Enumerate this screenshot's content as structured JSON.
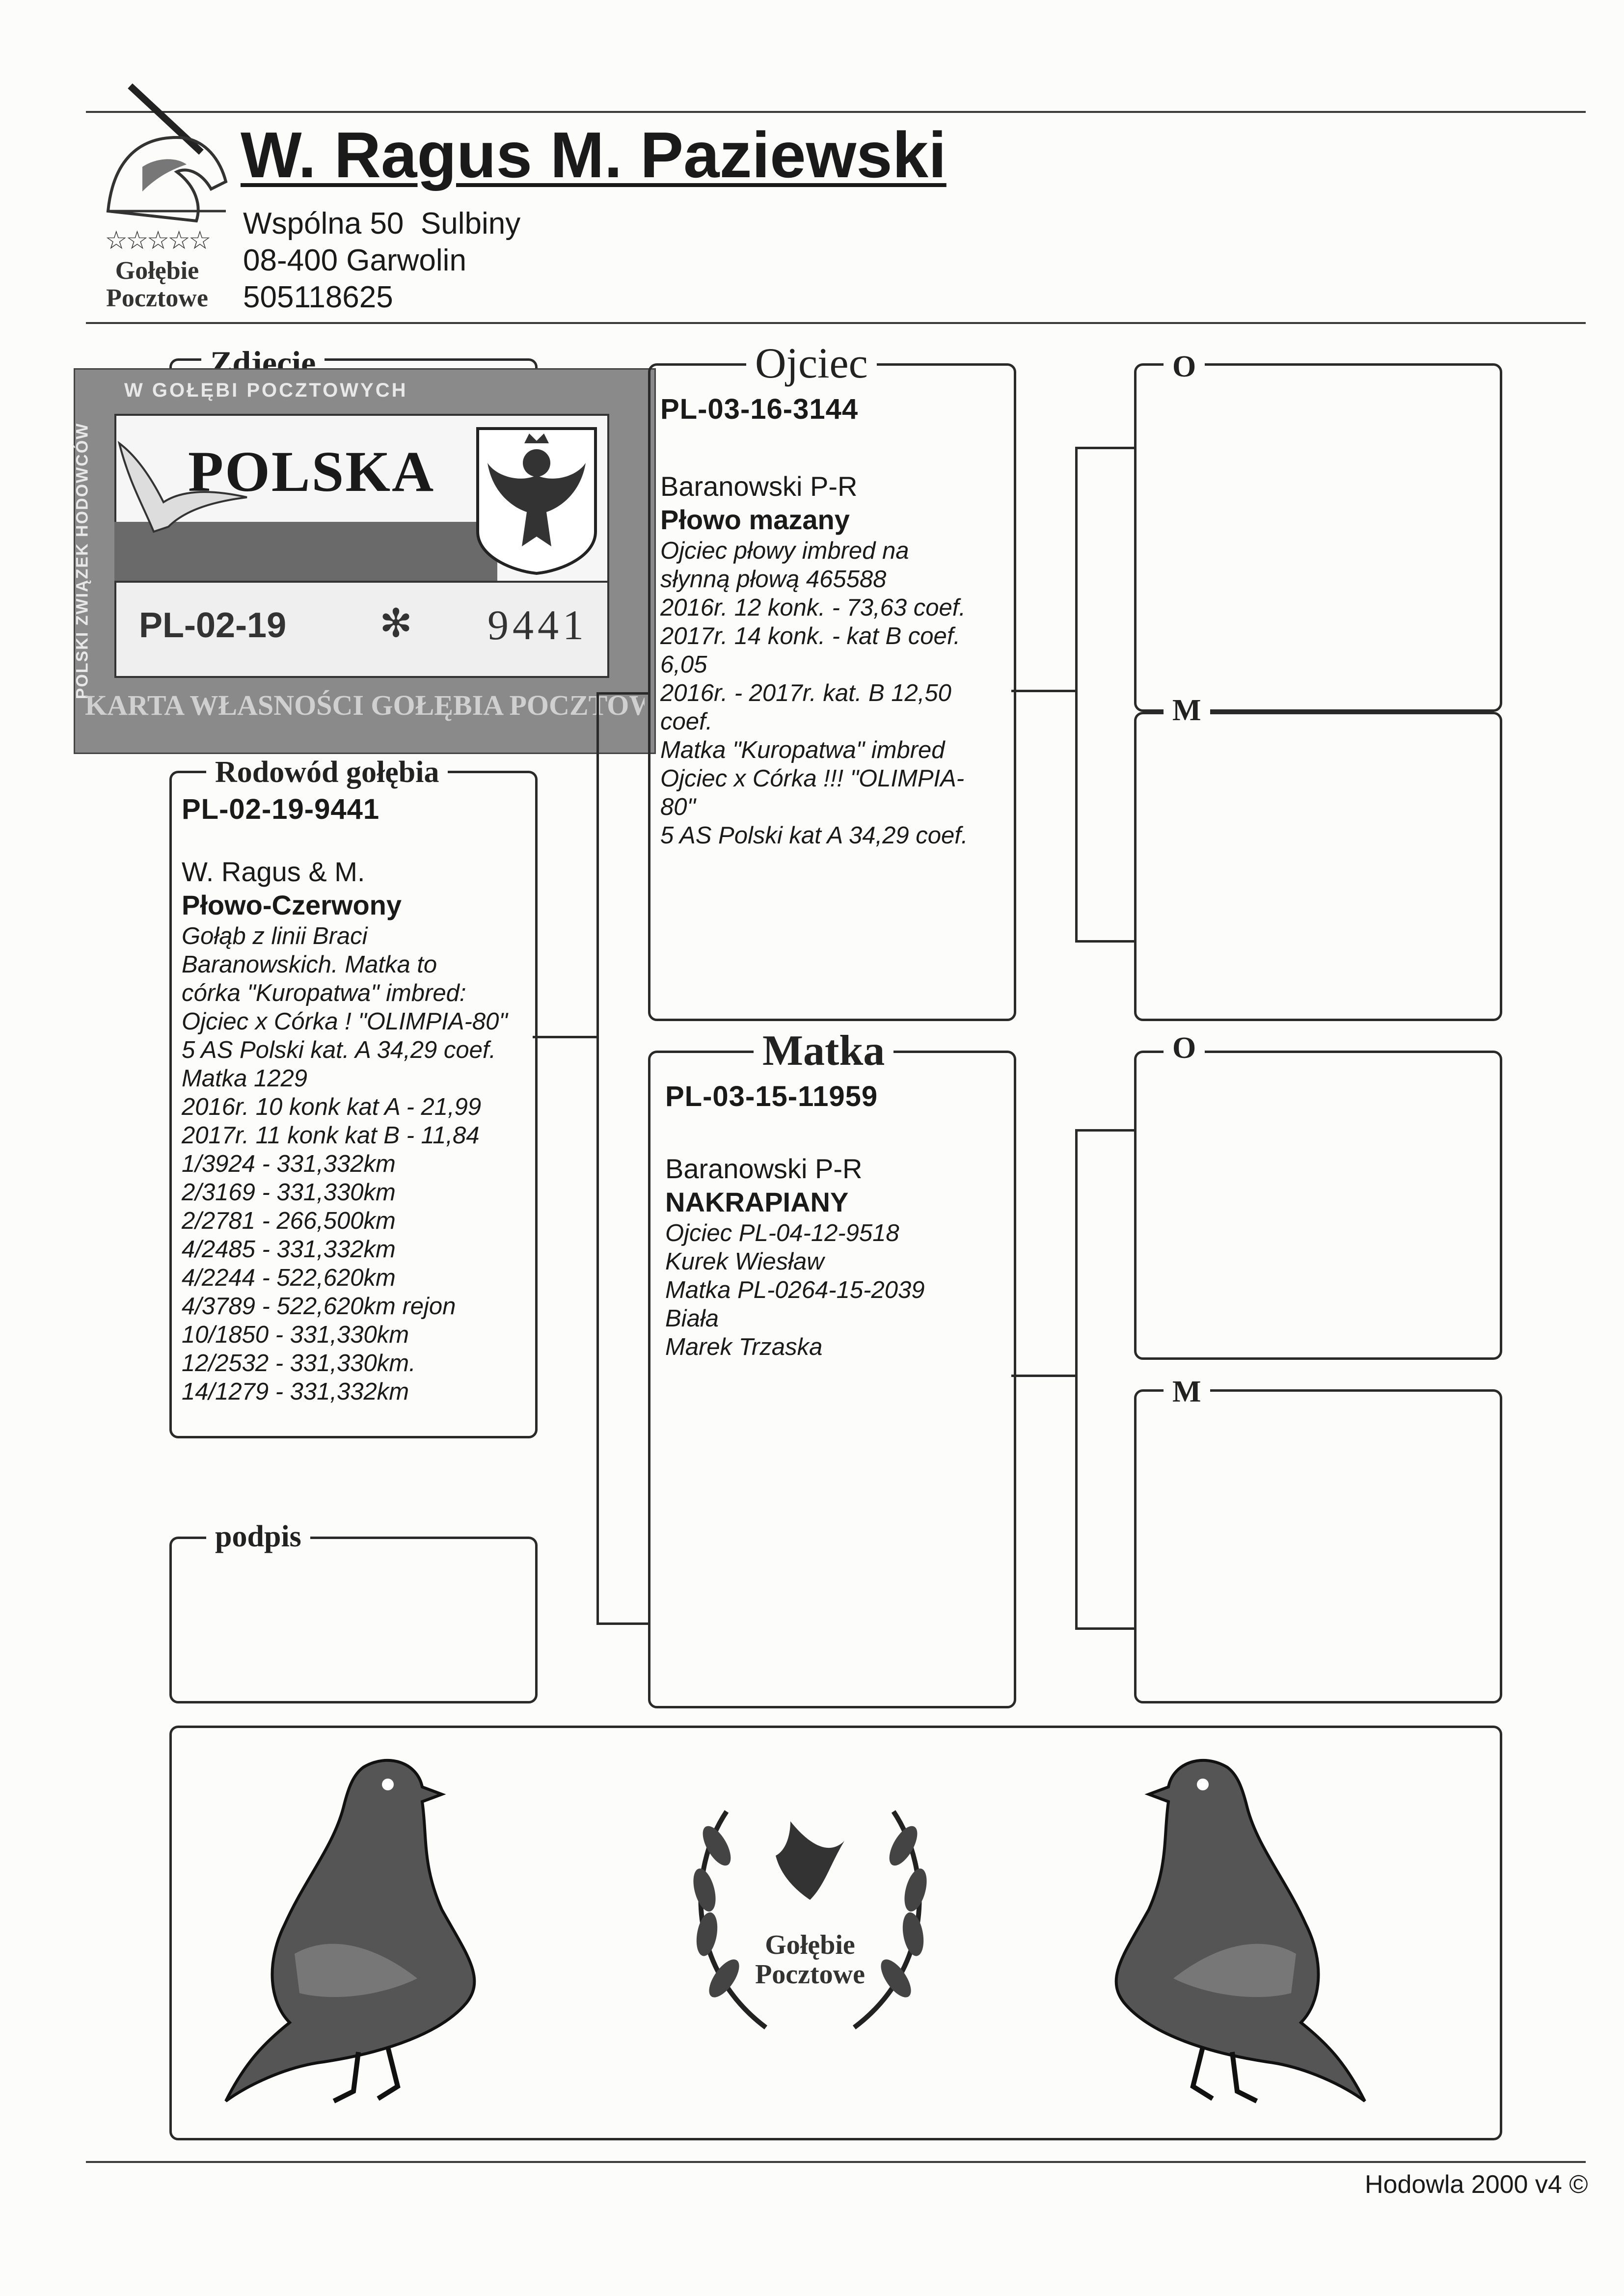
{
  "header": {
    "owner_name": "W. Ragus M. Paziewski",
    "address_line1": "Wspólna 50  Sulbiny",
    "address_line2": "08-400 Garwolin",
    "phone": "505118625",
    "logo_stars": "☆☆☆☆☆",
    "logo_text_line1": "Gołębie",
    "logo_text_line2": "Pocztowe"
  },
  "photo": {
    "legend": "Zdjęcie",
    "card": {
      "top_text": "W GOŁĘBI POCZTOWYCH",
      "side_text": "POLSKI ZWIĄZEK HODOWCÓW",
      "country": "POLSKA",
      "ring_prefix": "PL-02-19",
      "ring_star": "✻",
      "ring_number": "9441",
      "bottom_text": "KARTA WŁASNOŚCI GOŁĘBIA POCZTOWEGO"
    }
  },
  "pigeon": {
    "legend": "Rodowód gołębia",
    "ring": "PL-02-19-9441",
    "breeder": "W. Ragus & M.",
    "color": "Płowo-Czerwony",
    "notes": [
      "Gołąb z linii Braci",
      "Baranowskich.  Matka to",
      "córka \"Kuropatwa\" imbred:",
      "Ojciec x Córka ! \"OLIMPIA-80\"",
      "5 AS Polski kat. A 34,29 coef.",
      "Matka 1229",
      "2016r. 10 konk kat A - 21,99",
      "2017r. 11 konk kat B - 11,84",
      "1/3924 - 331,332km",
      "2/3169 - 331,330km",
      "2/2781 - 266,500km",
      "4/2485 - 331,332km",
      "4/2244 - 522,620km",
      "4/3789 - 522,620km rejon",
      "10/1850 - 331,330km",
      "12/2532 - 331,330km.",
      "14/1279 - 331,332km"
    ]
  },
  "signature": {
    "legend": "podpis"
  },
  "father": {
    "legend": "Ojciec",
    "ring": "PL-03-16-3144",
    "breeder": "Baranowski P-R",
    "color": "Płowo mazany",
    "notes": [
      "Ojciec płowy imbred na",
      "słynną płową 465588",
      "2016r. 12 konk.  - 73,63 coef.",
      "2017r. 14 konk.  - kat B coef.",
      "6,05",
      "2016r. - 2017r. kat. B 12,50",
      "coef.",
      "Matka \"Kuropatwa\" imbred",
      "Ojciec x Córka !!! \"OLIMPIA-",
      "80\"",
      "5 AS Polski kat A 34,29 coef."
    ]
  },
  "mother": {
    "legend": "Matka",
    "ring": "PL-03-15-11959",
    "breeder": "Baranowski P-R",
    "color": "NAKRAPIANY",
    "notes": [
      "Ojciec PL-04-12-9518",
      "Kurek Wiesław",
      "Matka PL-0264-15-2039",
      "Biała",
      "Marek Trzaska"
    ]
  },
  "grandparents": [
    {
      "legend": "O"
    },
    {
      "legend": "M"
    },
    {
      "legend": "O"
    },
    {
      "legend": "M"
    }
  ],
  "emblem": {
    "line1": "Gołębie",
    "line2": "Pocztowe"
  },
  "footer": {
    "text": "Hodowla 2000 v4 ©"
  }
}
